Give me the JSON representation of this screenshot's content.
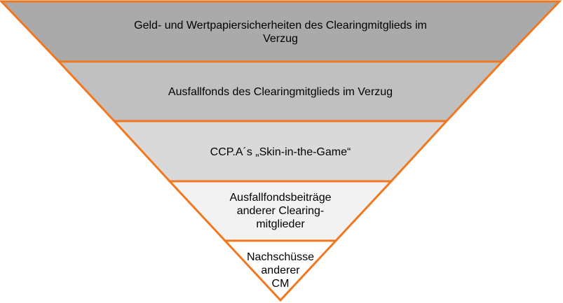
{
  "diagram": {
    "levels": [
      {
        "label": "Geld- und Wertpapiersicherheiten des Clearingmitglieds im\nVerzug",
        "fill": "#aaaaaa"
      },
      {
        "label": "Ausfallfonds des Clearingmitglieds im Verzug",
        "fill": "#c0c0c0"
      },
      {
        "label": "CCP.A´s „Skin-in-the-Game“",
        "fill": "#d9d9d9"
      },
      {
        "label": "Ausfallfondsbeiträge\nanderer Clearing-\nmitglieder",
        "fill": "#f2f2f2"
      },
      {
        "label": "Nachschüsse\nanderer\nCM",
        "fill": "#ffffff"
      }
    ],
    "stroke_color": "#f07820"
  }
}
